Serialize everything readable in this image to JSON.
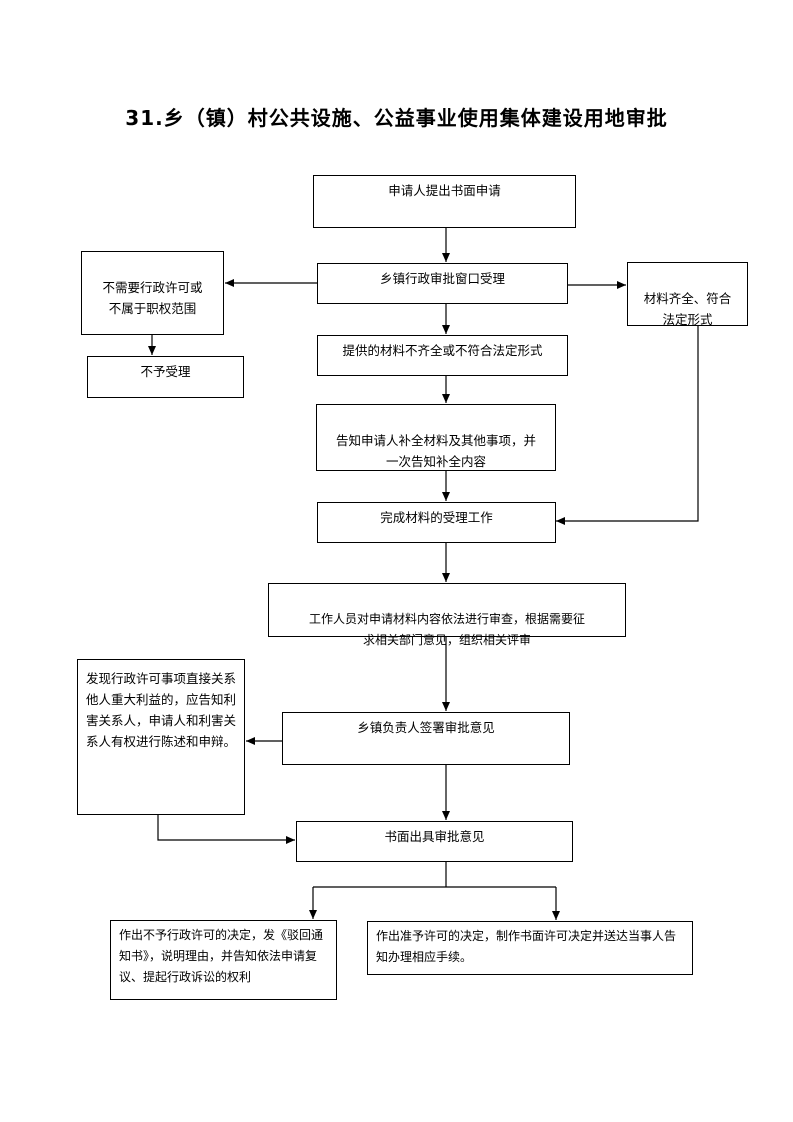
{
  "title": "31.乡（镇）村公共设施、公益事业使用集体建设用地审批",
  "nodes": {
    "apply": "申请人提出书面申请",
    "accept": "乡镇行政审批窗口受理",
    "no_permit": "不需要行政许可或\n不属于职权范围",
    "reject": "不予受理",
    "complete": "材料齐全、符合\n法定形式",
    "incomplete": "提供的材料不齐全或不符合法定形式",
    "notify": "告知申请人补全材料及其他事项，并\n一次告知补全内容",
    "finish": "完成材料的受理工作",
    "review": "工作人员对申请材料内容依法进行审查，根据需要征\n求相关部门意见，组织相关评审",
    "interest": "发现行政许可事项直接关系他人重大利益的，应告知利害关系人，申请人和利害关系人有权进行陈述和申辩。",
    "sign": "乡镇负责人签署审批意见",
    "written": "书面出具审批意见",
    "deny": "作出不予行政许可的决定，发《驳回通知书》，说明理由，并告知依法申请复议、提起行政诉讼的权利",
    "grant": "作出准予许可的决定，制作书面许可决定并送达当事人告知办理相应手续。"
  }
}
